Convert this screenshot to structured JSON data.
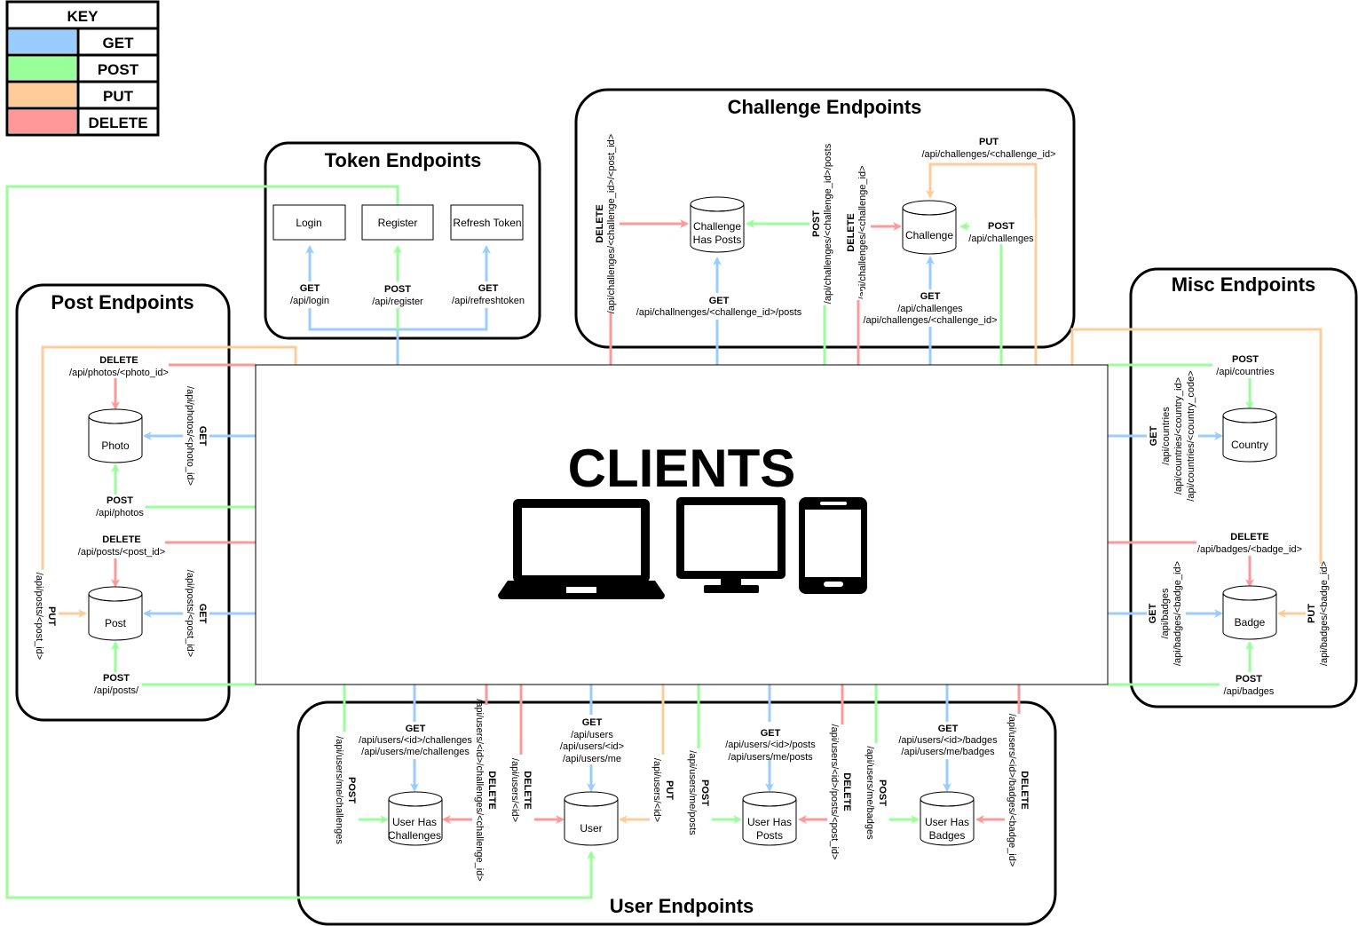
{
  "key": {
    "title": "KEY",
    "items": [
      {
        "label": "GET",
        "color": "#99ccff"
      },
      {
        "label": "POST",
        "color": "#99ff99"
      },
      {
        "label": "PUT",
        "color": "#ffcc99"
      },
      {
        "label": "DELETE",
        "color": "#ff9999"
      }
    ]
  },
  "clients": {
    "title": "CLIENTS",
    "icons": [
      "laptop-icon",
      "monitor-icon",
      "tablet-icon"
    ]
  },
  "groups": {
    "token": "Token Endpoints",
    "challenge": "Challenge Endpoints",
    "post": "Post Endpoints",
    "misc": "Misc Endpoints",
    "user": "User Endpoints"
  },
  "nodes": {
    "login": "Login",
    "register": "Register",
    "refresh_token": "Refresh Token",
    "challenge_has_posts": [
      "Challenge",
      "Has Posts"
    ],
    "challenge": "Challenge",
    "photo": "Photo",
    "post": "Post",
    "country": "Country",
    "badge": "Badge",
    "user_has_challenges": [
      "User Has",
      "Challenges"
    ],
    "user": "User",
    "user_has_posts": [
      "User Has",
      "Posts"
    ],
    "user_has_badges": [
      "User Has",
      "Badges"
    ]
  },
  "edges": {
    "token_get_login": {
      "method": "GET",
      "paths": [
        "/api/login"
      ]
    },
    "token_post_register": {
      "method": "POST",
      "paths": [
        "/api/register"
      ]
    },
    "token_get_refresh": {
      "method": "GET",
      "paths": [
        "/api/refreshtoken"
      ]
    },
    "chp_delete": {
      "method": "DELETE",
      "paths": [
        "/api/challenges/<challenge_id>/<post_id>"
      ]
    },
    "chp_post": {
      "method": "POST",
      "paths": [
        "/api/challenges/<challenge_id>/posts"
      ]
    },
    "chp_get": {
      "method": "GET",
      "paths": [
        "/api/challnenges/<challenge_id>/posts"
      ]
    },
    "ch_delete": {
      "method": "DELETE",
      "paths": [
        "/api/challenges/<challenge_id>"
      ]
    },
    "ch_put": {
      "method": "PUT",
      "paths": [
        "/api/challenges/<challenge_id>"
      ]
    },
    "ch_post": {
      "method": "POST",
      "paths": [
        "/api/challenges"
      ]
    },
    "ch_get": {
      "method": "GET",
      "paths": [
        "/api/challenges",
        "/api/challenges/<challenge_id>"
      ]
    },
    "photo_delete": {
      "method": "DELETE",
      "paths": [
        "/api/photos/<photo_id>"
      ]
    },
    "photo_get": {
      "method": "GET",
      "paths": [
        "/api/photos/<photo_id>"
      ]
    },
    "photo_post": {
      "method": "POST",
      "paths": [
        "/api/photos"
      ]
    },
    "post_delete": {
      "method": "DELETE",
      "paths": [
        "/api/posts/<post_id>"
      ]
    },
    "post_put": {
      "method": "PUT",
      "paths": [
        "/api/posts/<post_id>"
      ]
    },
    "post_get": {
      "method": "GET",
      "paths": [
        "/api/posts/<post_id>"
      ]
    },
    "post_post": {
      "method": "POST",
      "paths": [
        "/api/posts/"
      ]
    },
    "country_post": {
      "method": "POST",
      "paths": [
        "/api/countries"
      ]
    },
    "country_get": {
      "method": "GET",
      "paths": [
        "/api/countries",
        "/api/countries/<country_id>",
        "/api/countries/<country_code>"
      ]
    },
    "badge_delete": {
      "method": "DELETE",
      "paths": [
        "/api/badges/<badge_id>"
      ]
    },
    "badge_get": {
      "method": "GET",
      "paths": [
        "/api/badges",
        "/api/badges/<badge_id>"
      ]
    },
    "badge_put": {
      "method": "PUT",
      "paths": [
        "/api/badges/<badge_id>"
      ]
    },
    "badge_post": {
      "method": "POST",
      "paths": [
        "/api/badges"
      ]
    },
    "uhc_get": {
      "method": "GET",
      "paths": [
        "/api/users/<id>/challenges",
        "/api/users/me/challenges"
      ]
    },
    "uhc_post": {
      "method": "POST",
      "paths": [
        "/api/users/me/challenges"
      ]
    },
    "uhc_delete": {
      "method": "DELETE",
      "paths": [
        "/api/users/<id>/challenges/<challenge_id>"
      ]
    },
    "user_get": {
      "method": "GET",
      "paths": [
        "/api/users",
        "/api/users/<id>",
        "/api/users/me"
      ]
    },
    "user_delete": {
      "method": "DELETE",
      "paths": [
        "/api/users/<id>"
      ]
    },
    "user_put": {
      "method": "PUT",
      "paths": [
        "/api/users/<id>"
      ]
    },
    "uhp_get": {
      "method": "GET",
      "paths": [
        "/api/users/<id>/posts",
        "/api/users/me/posts"
      ]
    },
    "uhp_post": {
      "method": "POST",
      "paths": [
        "/api/users/me/posts"
      ]
    },
    "uhp_delete": {
      "method": "DELETE",
      "paths": [
        "/api/users/<id>/posts/<post_id>"
      ]
    },
    "uhb_get": {
      "method": "GET",
      "paths": [
        "/api/users/<id>/badges",
        "/api/users/me/badges"
      ]
    },
    "uhb_post": {
      "method": "POST",
      "paths": [
        "/api/users/me/badges"
      ]
    },
    "uhb_delete": {
      "method": "DELETE",
      "paths": [
        "/api/users/<id>/badges/<badge_id>"
      ]
    }
  }
}
